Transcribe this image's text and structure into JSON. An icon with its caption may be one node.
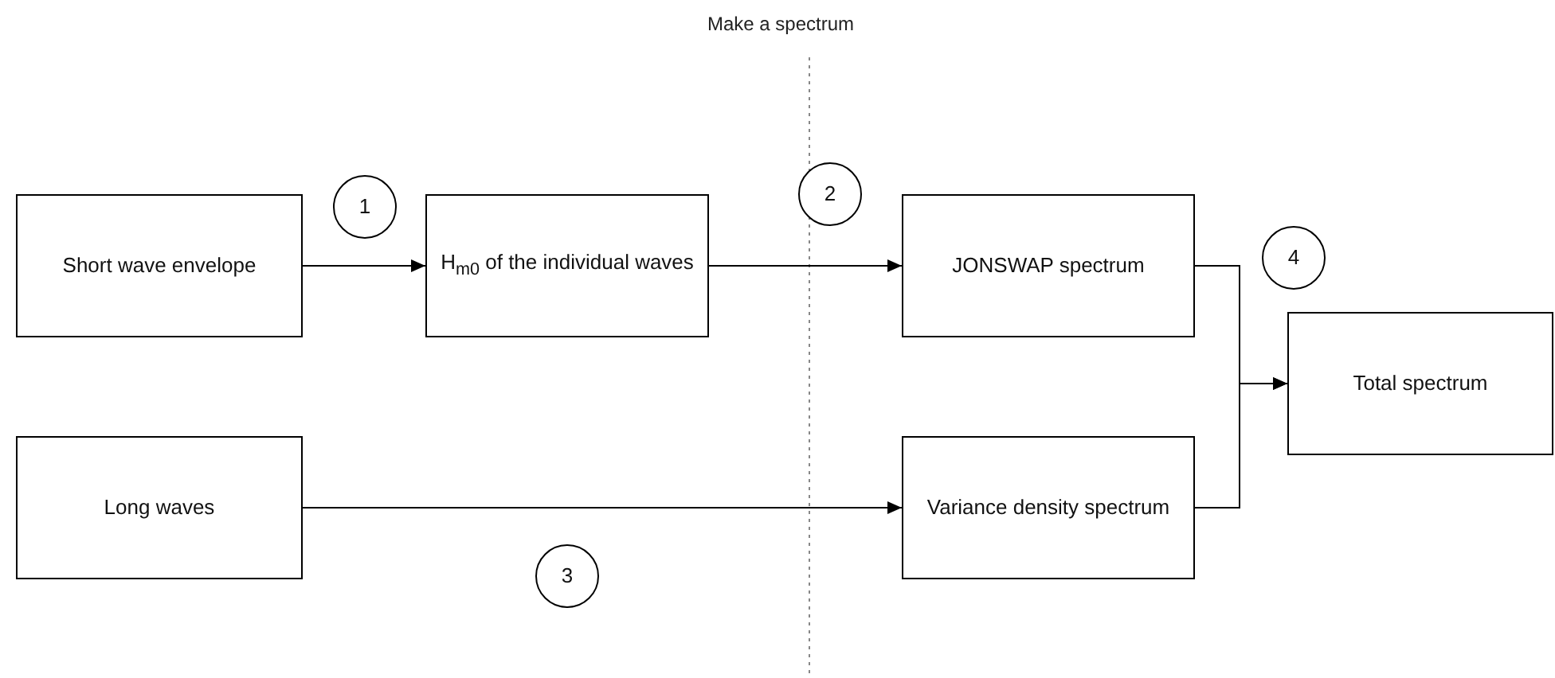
{
  "diagram": {
    "title": "Make a spectrum",
    "nodes": [
      {
        "text": [
          "Short wave envelope"
        ]
      },
      {
        "text": [
          "1"
        ]
      },
      {
        "text": [
          "H$_{m0}$ of the individual waves"
        ]
      },
      {
        "text": [
          "2"
        ]
      },
      {
        "text": [
          "JONSWAP spectrum"
        ]
      },
      {
        "text": [
          "4"
        ]
      },
      {
        "text": [
          "Total spectrum"
        ]
      },
      {
        "text": [
          "Long waves"
        ]
      },
      {
        "text": [
          "3"
        ]
      },
      {
        "text": [
          "Variance density spectrum"
        ]
      }
    ],
    "edges": [
      {
        "from": 0,
        "to": 2,
        "arrow": "to"
      },
      {
        "from": 2,
        "to": 4,
        "arrow": "to"
      },
      {
        "from": 7,
        "to": 9,
        "arrow": "to"
      },
      {
        "from": 4,
        "to": 6,
        "arrow": "to"
      },
      {
        "from": 9,
        "to": 6,
        "arrow": "to"
      }
    ]
  }
}
